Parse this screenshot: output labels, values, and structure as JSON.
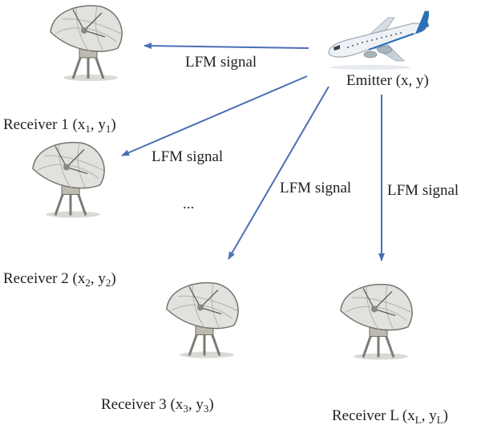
{
  "diagram": {
    "emitter": {
      "label": "Emitter (x, y)",
      "icon": "airplane-icon"
    },
    "receivers": [
      {
        "name": "Receiver 1",
        "open": " (",
        "x": "x",
        "x_sub": "1",
        "sep": ", ",
        "y": "y",
        "y_sub": "1",
        "close": ")",
        "icon": "satellite-dish-icon"
      },
      {
        "name": "Receiver 2",
        "open": " (",
        "x": "x",
        "x_sub": "2",
        "sep": ", ",
        "y": "y",
        "y_sub": "2",
        "close": ")",
        "icon": "satellite-dish-icon"
      },
      {
        "name": "Receiver 3",
        "open": " (",
        "x": "x",
        "x_sub": "3",
        "sep": ", ",
        "y": "y",
        "y_sub": "3",
        "close": ")",
        "icon": "satellite-dish-icon"
      },
      {
        "name": "Receiver L",
        "open": " (",
        "x": "x",
        "x_sub": "L",
        "sep": ", ",
        "y": "y",
        "y_sub": "L",
        "close": ")",
        "icon": "satellite-dish-icon"
      }
    ],
    "links": [
      {
        "label": "LFM signal"
      },
      {
        "label": "LFM signal"
      },
      {
        "label": "LFM signal"
      },
      {
        "label": "LFM signal"
      }
    ],
    "ellipsis": "...",
    "colors": {
      "arrow": "#4a6fb5",
      "text": "#231f20",
      "plane_body": "#e8eef4",
      "plane_accent": "#2a6fb8",
      "dish": "#d4d4d0"
    }
  }
}
